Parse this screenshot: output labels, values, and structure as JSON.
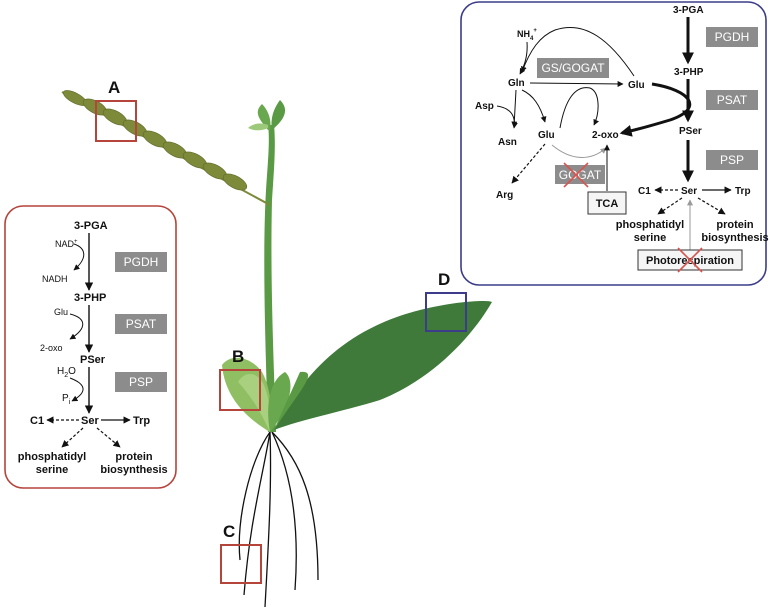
{
  "labels": {
    "a": "A",
    "b": "B",
    "c": "C",
    "d": "D"
  },
  "colors": {
    "box_red": "#b5443a",
    "box_blue": "#3c3c8a",
    "leaf_dark": "#3f7a3a",
    "leaf_light": "#8fbf62",
    "seed_pod": "#7d8a3a",
    "enzyme_gray": "#8c8c8c",
    "cross_red": "#d9534f"
  },
  "panel_left": {
    "pga": "3-PGA",
    "nad": "NAD",
    "nad_sup": "+",
    "nadh": "NADH",
    "pgdh": "PGDH",
    "php": "3-PHP",
    "glu": "Glu",
    "oxo": "2-oxo",
    "psat": "PSAT",
    "pser": "PSer",
    "h": "H",
    "h_sub": "2",
    "o": "O",
    "p": "P",
    "p_sub": "i",
    "psp": "PSP",
    "c1": "C1",
    "ser": "Ser",
    "trp": "Trp",
    "phosphatidyl": "phosphatidyl",
    "serine": "serine",
    "protein": "protein",
    "biosynthesis": "biosynthesis"
  },
  "panel_right": {
    "nh4": "NH",
    "nh4_sub": "4",
    "nh4_sup": "+",
    "gln": "Gln",
    "gs_gogat": "GS/GOGAT",
    "glu_top": "Glu",
    "pga": "3-PGA",
    "pgdh": "PGDH",
    "php": "3-PHP",
    "psat": "PSAT",
    "asp": "Asp",
    "asn": "Asn",
    "glu_mid": "Glu",
    "oxo": "2-oxo",
    "pser": "PSer",
    "psp": "PSP",
    "arg": "Arg",
    "gogat": "GOGAT",
    "tca": "TCA",
    "c1": "C1",
    "ser": "Ser",
    "trp": "Trp",
    "phosphatidyl": "phosphatidyl",
    "serine": "serine",
    "protein": "protein",
    "biosynthesis": "biosynthesis",
    "photorespiration": "Photorespiration"
  }
}
